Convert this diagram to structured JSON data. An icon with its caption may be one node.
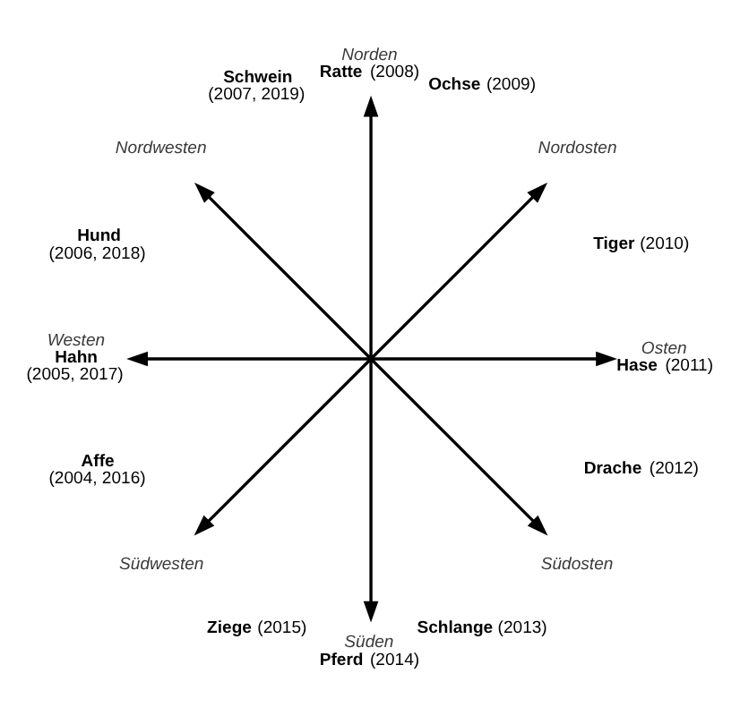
{
  "diagram": {
    "nodes": [
      {
        "text": [
          "Norden",
          "**Ratte** (2008)"
        ]
      },
      {
        "text": [
          "Nordwesten"
        ]
      },
      {
        "text": [
          "Nordosten"
        ]
      },
      {
        "text": [
          "Westen",
          "**Hahn** (2005, 2017)"
        ]
      },
      {
        "text": [
          "Osten",
          "**Hase** (2011)"
        ]
      },
      {
        "text": [
          "Südwesten"
        ]
      },
      {
        "text": [
          "Südosten"
        ]
      },
      {
        "text": [
          "Süden",
          "**Pferd** (2014)"
        ]
      }
    ],
    "edges": [
      {
        "from": 0,
        "to": 7,
        "arrow": "both"
      },
      {
        "from": 3,
        "to": 4,
        "arrow": "both"
      },
      {
        "from": 1,
        "to": 6,
        "arrow": "both"
      },
      {
        "from": 2,
        "to": 5,
        "arrow": "both"
      }
    ],
    "labels": [
      "**Schwein** (2007, 2019)",
      "**Ochse** (2009)",
      "**Hund** (2006, 2018)",
      "**Tiger** (2010)",
      "**Affe** (2004, 2016)",
      "**Drache** (2012)",
      "**Ziege** (2015)",
      "**Schlange** (2013)"
    ]
  }
}
